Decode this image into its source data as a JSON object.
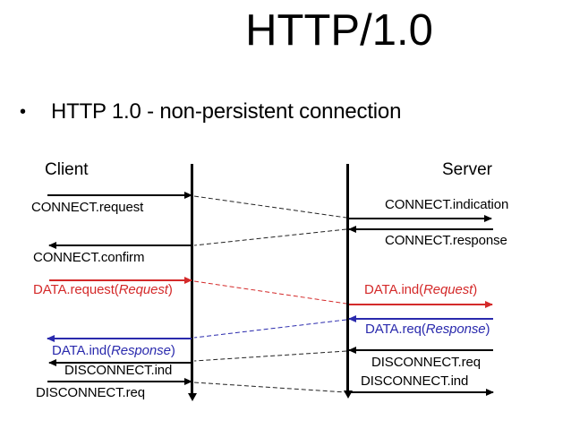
{
  "slide": {
    "title": "HTTP/1.0",
    "bullet_marker": "•",
    "bullet_text": "HTTP 1.0 - non-persistent connection"
  },
  "diagram": {
    "client_label": "Client",
    "server_label": "Server",
    "client_events": [
      {
        "label": "CONNECT.request",
        "color": "#000000",
        "direction": "into-line"
      },
      {
        "label": "CONNECT.confirm",
        "color": "#000000",
        "direction": "out-of-line"
      },
      {
        "prefix": "DATA.request(",
        "arg": "Request",
        "suffix": ")",
        "color": "#d42a2a",
        "direction": "into-line"
      },
      {
        "prefix": "DATA.ind(",
        "arg": "Response",
        "suffix": ")",
        "color": "#2a2aad",
        "direction": "out-of-line"
      },
      {
        "label": "DISCONNECT.ind",
        "color": "#000000",
        "direction": "out-of-line"
      },
      {
        "label": "DISCONNECT.req",
        "color": "#000000",
        "direction": "into-line"
      }
    ],
    "server_events": [
      {
        "label": "CONNECT.indication",
        "color": "#000000",
        "direction": "out-of-line"
      },
      {
        "label": "CONNECT.response",
        "color": "#000000",
        "direction": "into-line"
      },
      {
        "prefix": "DATA.ind(",
        "arg": "Request",
        "suffix": ")",
        "color": "#d42a2a",
        "direction": "out-of-line"
      },
      {
        "prefix": "DATA.req(",
        "arg": "Response",
        "suffix": ")",
        "color": "#2a2aad",
        "direction": "into-line"
      },
      {
        "label": "DISCONNECT.req",
        "color": "#000000",
        "direction": "into-line"
      },
      {
        "label": "DISCONNECT.ind",
        "color": "#000000",
        "direction": "out-of-line"
      }
    ],
    "links": [
      {
        "from": "CONNECT.request",
        "to": "CONNECT.indication",
        "color": "#222222"
      },
      {
        "from": "CONNECT.response",
        "to": "CONNECT.confirm",
        "color": "#222222"
      },
      {
        "from": "DATA.request",
        "to": "DATA.ind",
        "color": "#d42a2a"
      },
      {
        "from": "DATA.req",
        "to": "DATA.ind",
        "color": "#2a2aad"
      },
      {
        "from": "DISCONNECT.req-server",
        "to": "DISCONNECT.ind-client",
        "color": "#222222"
      },
      {
        "from": "DISCONNECT.req-client",
        "to": "DISCONNECT.ind-server",
        "color": "#222222"
      }
    ],
    "colors": {
      "black": "#000000",
      "red": "#d42a2a",
      "blue": "#2a2aad",
      "background": "#ffffff"
    }
  }
}
